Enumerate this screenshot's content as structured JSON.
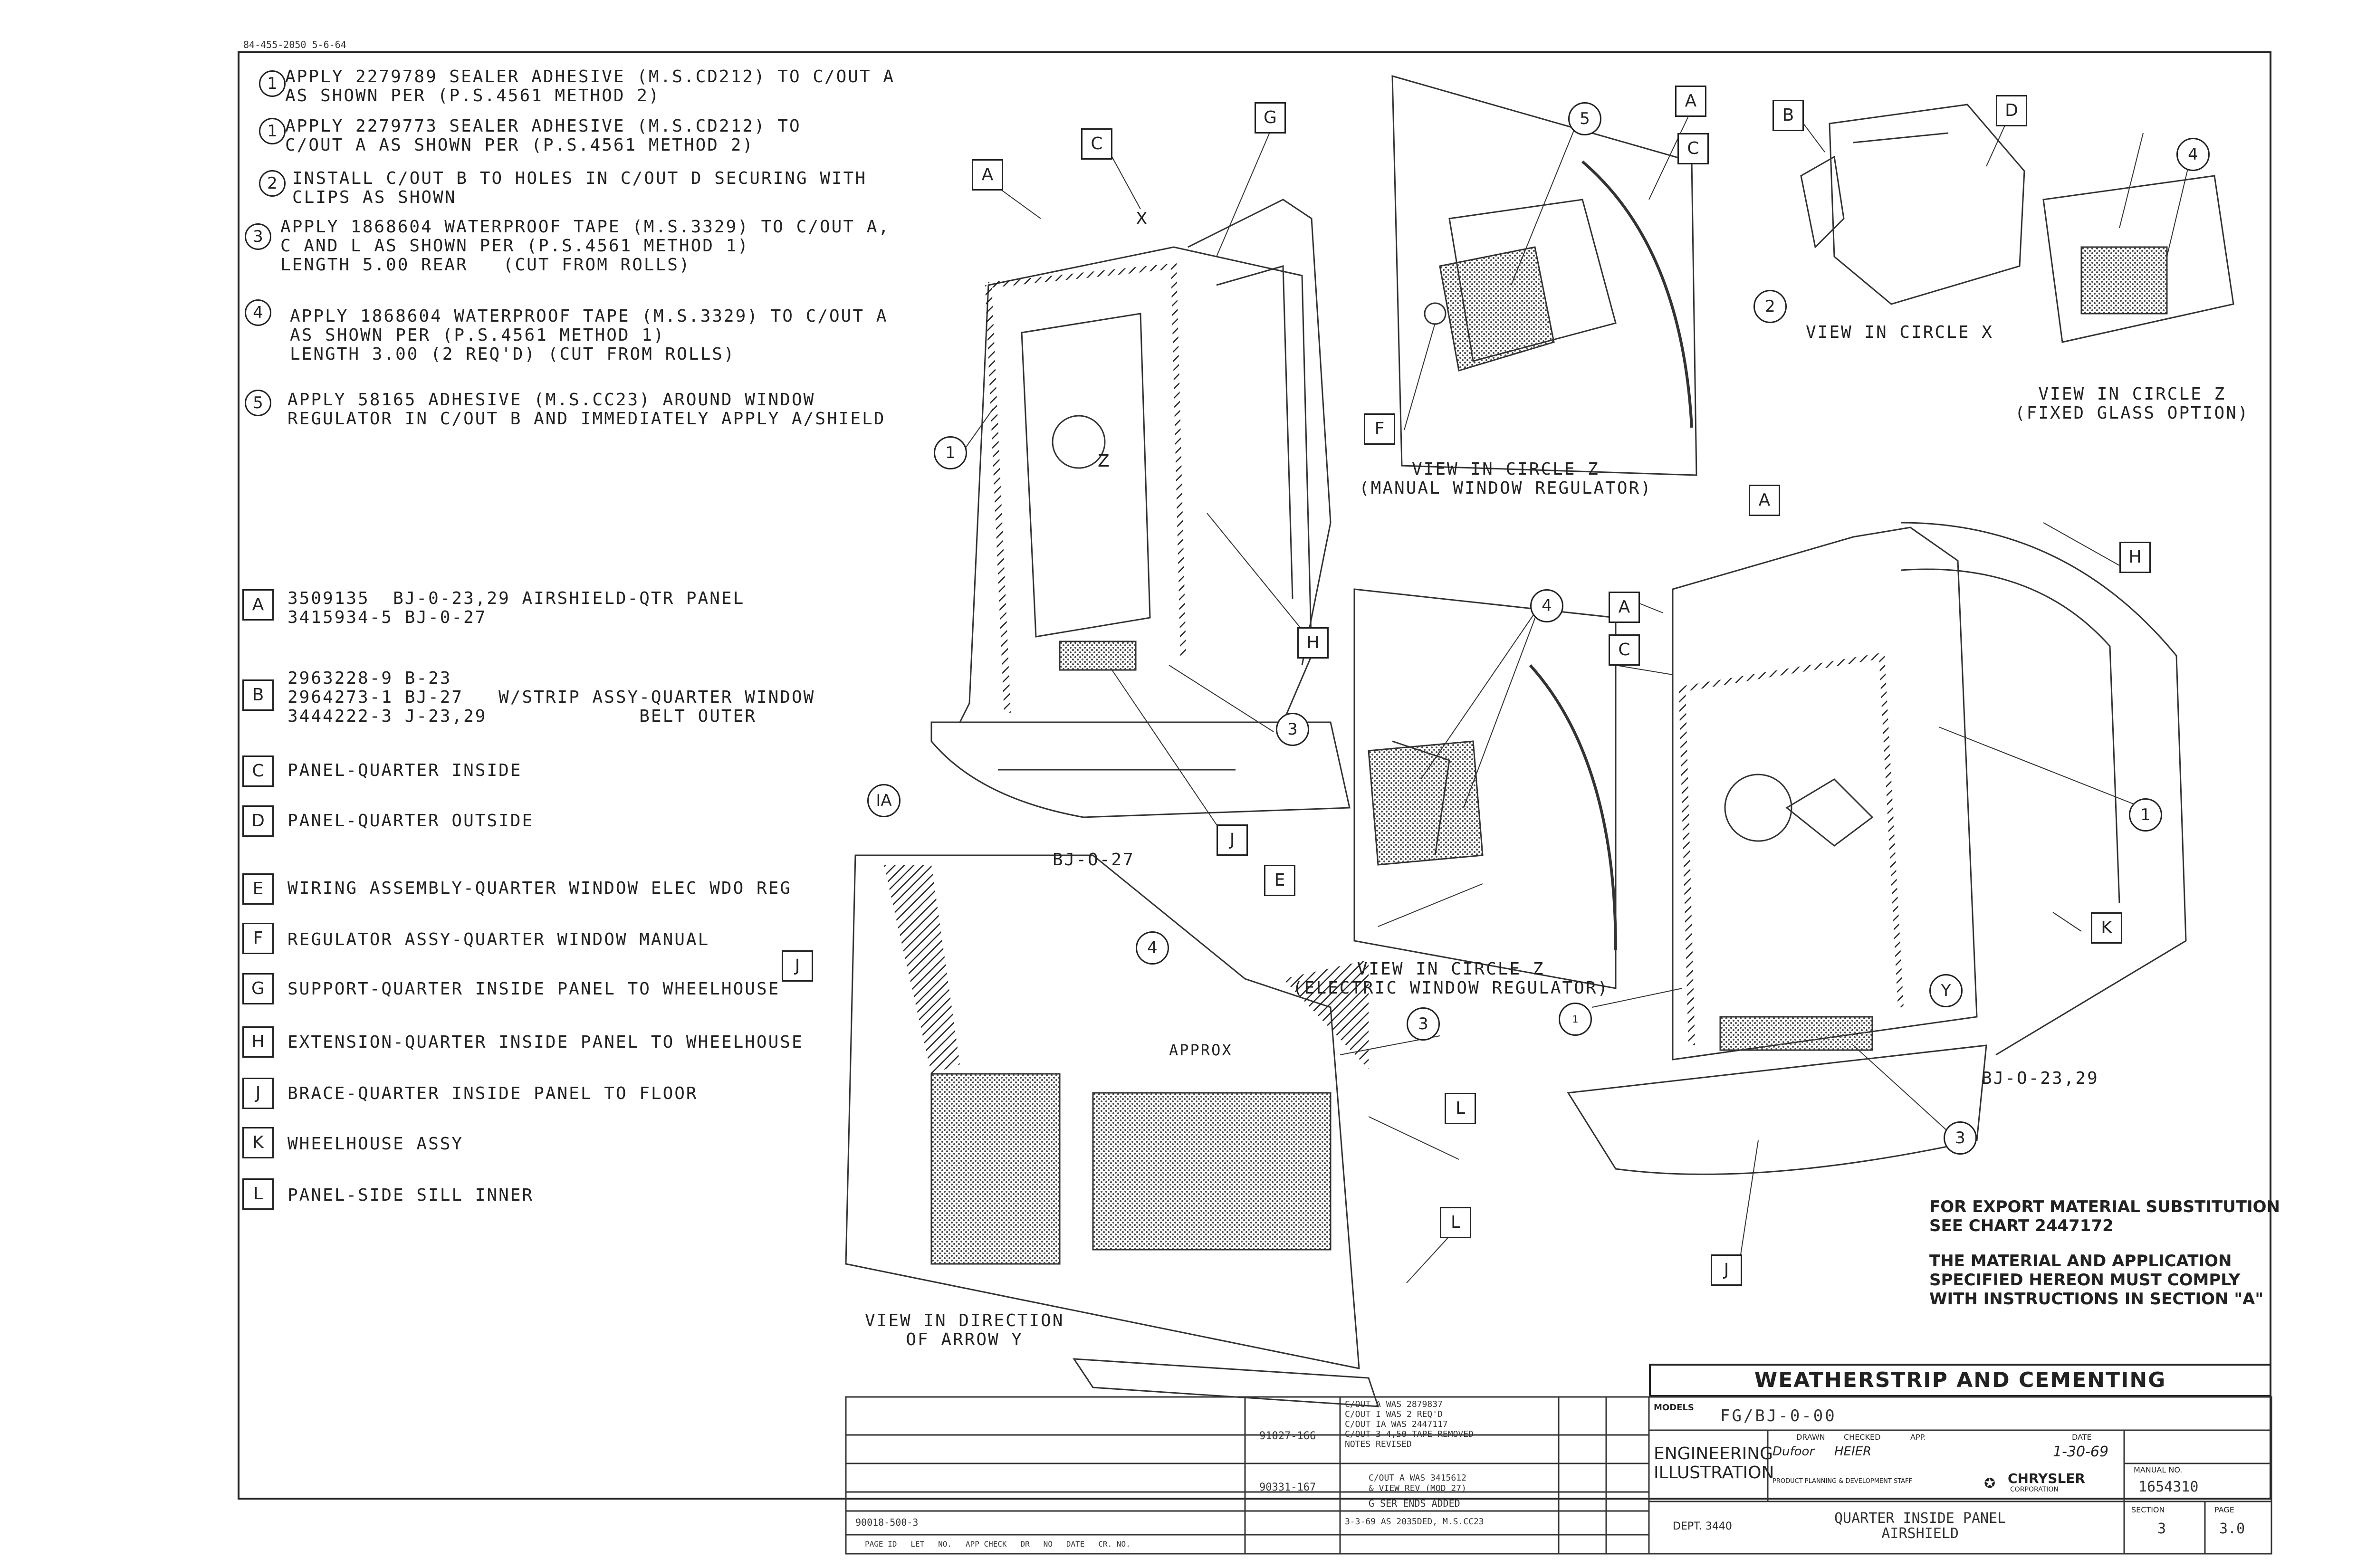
{
  "drawing_code": "84-455-2050 5-6-64",
  "notes": [
    {
      "num": "1",
      "line1": "APPLY 2279789 SEALER ADHESIVE (M.S.CD212) TO C/OUT A",
      "line2": "AS SHOWN PER (P.S.4561 METHOD 2)",
      "line3": ""
    },
    {
      "num": "1",
      "line1": "APPLY 2279773 SEALER ADHESIVE (M.S.CD212) TO",
      "line2": "C/OUT A AS SHOWN PER (P.S.4561 METHOD 2)",
      "line3": ""
    },
    {
      "num": "2",
      "line1": "INSTALL C/OUT B TO HOLES IN C/OUT D SECURING WITH",
      "line2": "CLIPS AS SHOWN",
      "line3": ""
    },
    {
      "num": "3",
      "line1": "APPLY 1868604 WATERPROOF TAPE (M.S.3329) TO C/OUT A,",
      "line2": "C AND L AS SHOWN PER (P.S.4561 METHOD 1)",
      "line3": "LENGTH 5.00 REAR   (CUT FROM ROLLS)"
    },
    {
      "num": "4",
      "line1": "APPLY 1868604 WATERPROOF TAPE (M.S.3329) TO C/OUT A",
      "line2": "AS SHOWN PER (P.S.4561 METHOD 1)",
      "line3": "LENGTH 3.00 (2 REQ'D) (CUT FROM ROLLS)"
    },
    {
      "num": "5",
      "line1": "APPLY 58165 ADHESIVE (M.S.CC23) AROUND WINDOW",
      "line2": "REGULATOR IN C/OUT B AND IMMEDIATELY APPLY A/SHIELD",
      "line3": ""
    }
  ],
  "legend": [
    {
      "key": "A",
      "line1": "3509135  BJ-0-23,29 AIRSHIELD-QTR PANEL",
      "line2": "3415934-5 BJ-0-27",
      "line3": ""
    },
    {
      "key": "B",
      "line1": "2963228-9 B-23",
      "line2": "2964273-1 BJ-27   W/STRIP ASSY-QUARTER WINDOW",
      "line3": "3444222-3 J-23,29             BELT OUTER"
    },
    {
      "key": "C",
      "line1": "PANEL-QUARTER INSIDE",
      "line2": "",
      "line3": ""
    },
    {
      "key": "D",
      "line1": "PANEL-QUARTER OUTSIDE",
      "line2": "",
      "line3": ""
    },
    {
      "key": "E",
      "line1": "WIRING ASSEMBLY-QUARTER WINDOW ELEC WDO REG",
      "line2": "",
      "line3": ""
    },
    {
      "key": "F",
      "line1": "REGULATOR ASSY-QUARTER WINDOW MANUAL",
      "line2": "",
      "line3": ""
    },
    {
      "key": "G",
      "line1": "SUPPORT-QUARTER INSIDE PANEL TO WHEELHOUSE",
      "line2": "",
      "line3": ""
    },
    {
      "key": "H",
      "line1": "EXTENSION-QUARTER INSIDE PANEL TO WHEELHOUSE",
      "line2": "",
      "line3": ""
    },
    {
      "key": "J",
      "line1": "BRACE-QUARTER INSIDE PANEL TO FLOOR",
      "line2": "",
      "line3": ""
    },
    {
      "key": "K",
      "line1": "WHEELHOUSE ASSY",
      "line2": "",
      "line3": ""
    },
    {
      "key": "L",
      "line1": "PANEL-SIDE SILL INNER",
      "line2": "",
      "line3": ""
    }
  ],
  "views": {
    "manual": "VIEW IN CIRCLE Z\n(MANUAL WINDOW REGULATOR)",
    "x": "VIEW IN CIRCLE X",
    "fixed": "VIEW IN CIRCLE Z\n(FIXED GLASS OPTION)",
    "electric": "VIEW IN CIRCLE Z\n(ELECTRIC WINDOW REGULATOR)",
    "arrow_y": "VIEW IN DIRECTION\nOF ARROW Y",
    "bj27": "BJ-O-27",
    "bj2329": "BJ-O-23,29",
    "approx": "APPROX"
  },
  "callouts": {
    "letters": [
      "A",
      "C",
      "G",
      "H",
      "J",
      "E",
      "F",
      "B",
      "D",
      "K",
      "L",
      "A",
      "C",
      "A",
      "H",
      "J",
      "A",
      "C",
      "L",
      "J",
      "IA",
      "Y",
      "Z",
      "X"
    ],
    "numbers": [
      "1",
      "3",
      "5",
      "4",
      "2",
      "4",
      "3",
      "1",
      "3",
      "1",
      "4"
    ]
  },
  "export": {
    "line1": "FOR EXPORT MATERIAL SUBSTITUTION",
    "line2": "SEE CHART 2447172",
    "line3": "THE MATERIAL AND APPLICATION",
    "line4": "SPECIFIED HEREON MUST COMPLY",
    "line5": "WITH INSTRUCTIONS IN SECTION \"A\""
  },
  "title_block": {
    "title": "WEATHERSTRIP AND CEMENTING",
    "models_label": "MODELS",
    "models": "FG/BJ-0-00",
    "drawn_label": "DRAWN",
    "drawn": "Dufoor",
    "checked_label": "CHECKED",
    "checked": "HEIER",
    "app_label": "APP.",
    "date_label": "DATE",
    "date": "1-30-69",
    "dept_name1": "ENGINEERING",
    "dept_name2": "ILLUSTRATION",
    "dept_no": "DEPT. 3440",
    "staff": "PRODUCT PLANNING & DEVELOPMENT STAFF",
    "company": "CHRYSLER",
    "company_sub": "CORPORATION",
    "manual_label": "MANUAL NO.",
    "manual_no": "1654310",
    "part_name1": "QUARTER INSIDE PANEL",
    "part_name2": "AIRSHIELD",
    "section_label": "SECTION",
    "section": "3",
    "page_label": "PAGE",
    "page": "3.0"
  },
  "revisions": [
    {
      "ref": "91027-166",
      "text": "C/OUT A WAS 2879837\nC/OUT I WAS 2 REQ'D\nC/OUT IA WAS 2447117\nC/OUT 3-4,50 TAPE REMOVED\nNOTES REVISED"
    },
    {
      "ref": "90331-167",
      "text": "C/OUT A WAS 3415612\n& VIEW REV (MOD 27)"
    },
    {
      "ref": "",
      "text": "G SER ENDS ADDED"
    },
    {
      "ref": "90018-500-3",
      "text": "3-3-69 AS 2035DED, M.S.CC23"
    }
  ],
  "rev_footer": "PAGE ID   LET   NO.   APP CHECK   DR   NO   DATE   CR. NO."
}
